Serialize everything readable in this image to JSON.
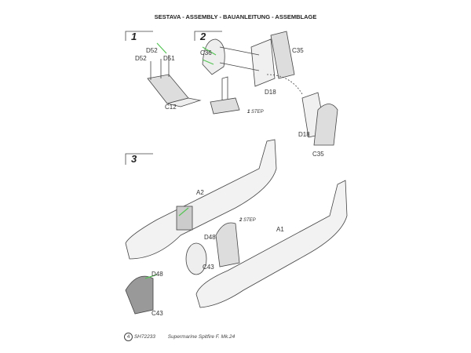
{
  "header": {
    "title": "SESTAVA -  ASSEMBLY - BAUANLEITUNG - ASSEMBLAGE"
  },
  "steps": [
    {
      "number": "1"
    },
    {
      "number": "2"
    },
    {
      "number": "3"
    }
  ],
  "parts": {
    "d52a": "D52",
    "d52b": "D52",
    "d51": "D51",
    "c12": "C12",
    "c36": "C36",
    "c35": "C35",
    "d18": "D18",
    "c35b": "C35",
    "d18b": "D18",
    "a2": "A2",
    "d48": "D48",
    "c43": "C43",
    "a1": "A1",
    "d48b": "D48",
    "c43b": "C43"
  },
  "substeps": {
    "step1_ref": "1",
    "step1_text": "STEP",
    "step2_ref": "2",
    "step2_text": "STEP"
  },
  "footer": {
    "page_number": "4",
    "kit_code": "SH72233",
    "model_name": "Supermarine Spitfire F. Mk.24"
  },
  "colors": {
    "glue_line": "#55c455",
    "part_fill": "#c9c9c9",
    "line": "#333333"
  }
}
